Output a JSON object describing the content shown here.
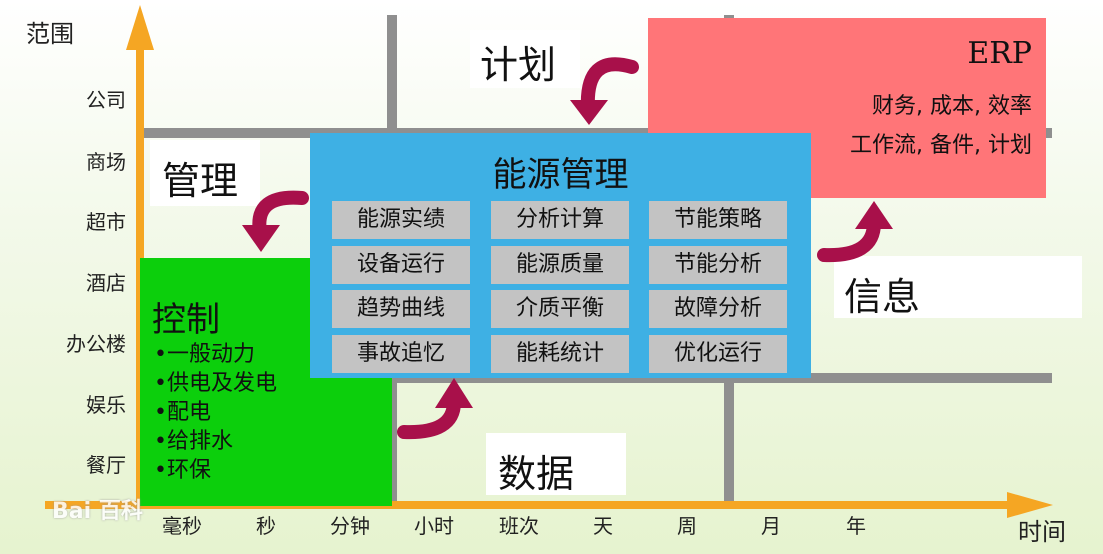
{
  "axes": {
    "y_title": "范围",
    "x_title": "时间",
    "y_labels": [
      "公司",
      "商场",
      "超市",
      "酒店",
      "办公楼",
      "娱乐",
      "餐厅"
    ],
    "x_labels": [
      "毫秒",
      "秒",
      "分钟",
      "小时",
      "班次",
      "天",
      "周",
      "月",
      "年"
    ]
  },
  "labels": {
    "plan": "计划",
    "manage": "管理",
    "info": "信息",
    "data": "数据"
  },
  "erp": {
    "title": "ERP",
    "line1": "财务, 成本, 效率",
    "line2": "工作流, 备件, 计划"
  },
  "energy": {
    "title": "能源管理",
    "cells": [
      "能源实绩",
      "分析计算",
      "节能策略",
      "设备运行",
      "能源质量",
      "节能分析",
      "趋势曲线",
      "介质平衡",
      "故障分析",
      "事故追忆",
      "能耗统计",
      "优化运行"
    ]
  },
  "control": {
    "title": "控制",
    "items": [
      "•一般动力",
      "•供电及发电",
      "•配电",
      "•给排水",
      "•环保"
    ]
  },
  "colors": {
    "axis": "#f5a623",
    "arrow": "#a8104a",
    "blue": "#3eb0e4",
    "red": "#ff7578",
    "green": "#0ccf0c",
    "cell": "#c3c3c3",
    "grid": "#8f8f8f"
  },
  "watermark": "Bai 百科"
}
